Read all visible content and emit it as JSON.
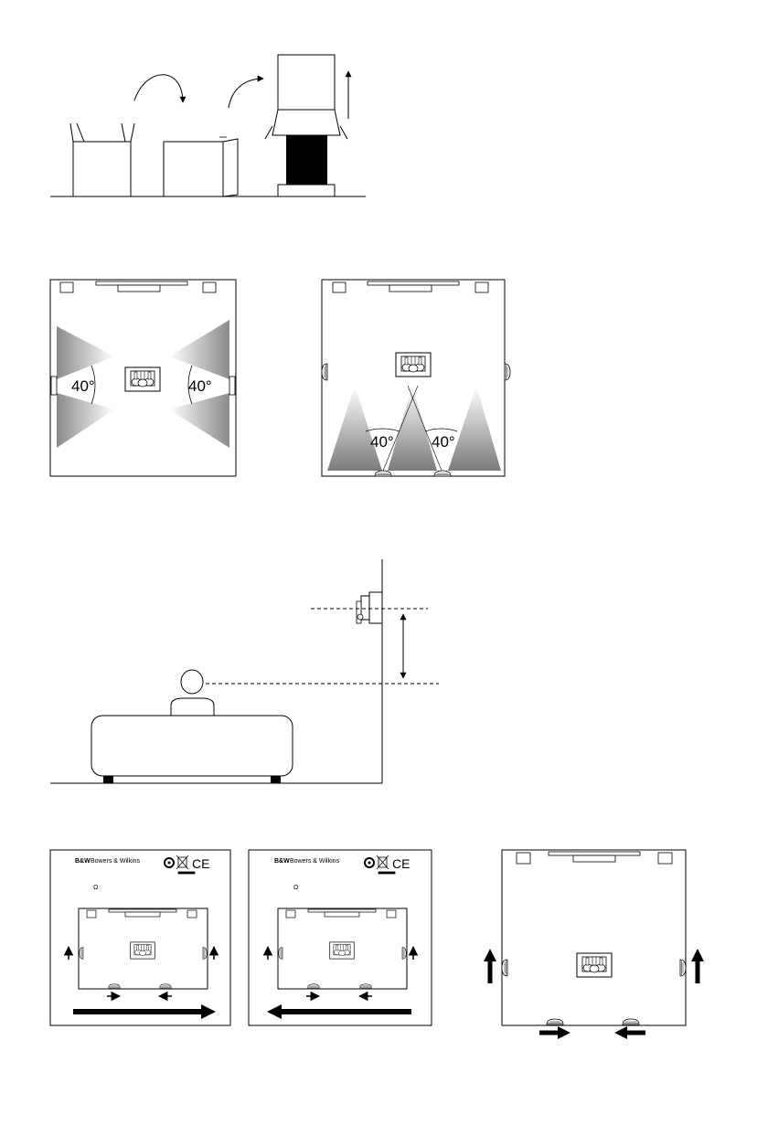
{
  "placement_angles": [
    "40°",
    "40°",
    "40°",
    "40°"
  ],
  "label_brand": {
    "logo": "B&W",
    "name": "Bowers & Wilkins",
    "marks": "CE",
    "ohm": "Ω"
  },
  "colors": {
    "ink": "#000000",
    "cone": "#8a8a8a",
    "paper": "#ffffff"
  }
}
